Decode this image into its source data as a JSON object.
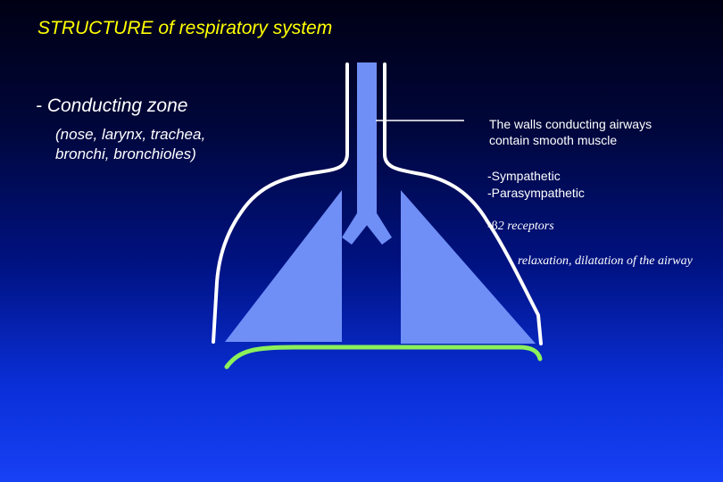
{
  "title": "STRUCTURE of respiratory system",
  "conducting_zone": {
    "heading": "- Conducting zone",
    "examples_line1": "(nose, larynx, trachea,",
    "examples_line2": "bronchi, bronchioles)"
  },
  "callout": {
    "line1": "The walls conducting airways",
    "line2": "contain smooth muscle"
  },
  "innervation": {
    "sympathetic": "-Sympathetic",
    "parasympathetic": "-Parasympathetic"
  },
  "receptor": {
    "prefix": "-",
    "symbol": "β",
    "label": "2 receptors"
  },
  "effect": "relaxation, dilatation of the airway",
  "colors": {
    "title": "#ffff00",
    "airway": "#6f8ff7",
    "outline": "#ffffff",
    "diaphragm": "#8cf05a"
  }
}
